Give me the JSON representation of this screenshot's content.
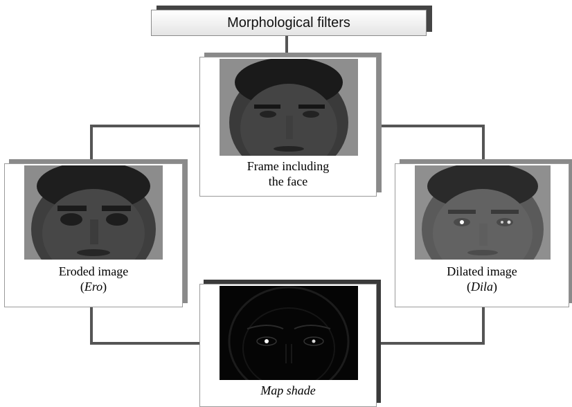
{
  "title": "Morphological filters",
  "nodes": {
    "frame": {
      "caption_line1": "Frame including",
      "caption_line2": "the face"
    },
    "eroded": {
      "caption_line1": "Eroded image",
      "caption_open": "(",
      "caption_symbol": "Ero",
      "caption_close": ")"
    },
    "dilated": {
      "caption_line1": "Dilated image",
      "caption_open": "(",
      "caption_symbol": "Dila",
      "caption_close": ")"
    },
    "map": {
      "caption": "Map shade"
    }
  },
  "colors": {
    "connector": "#555555",
    "panel_shadow": "#8a8a8a",
    "title_shadow": "#444444"
  }
}
